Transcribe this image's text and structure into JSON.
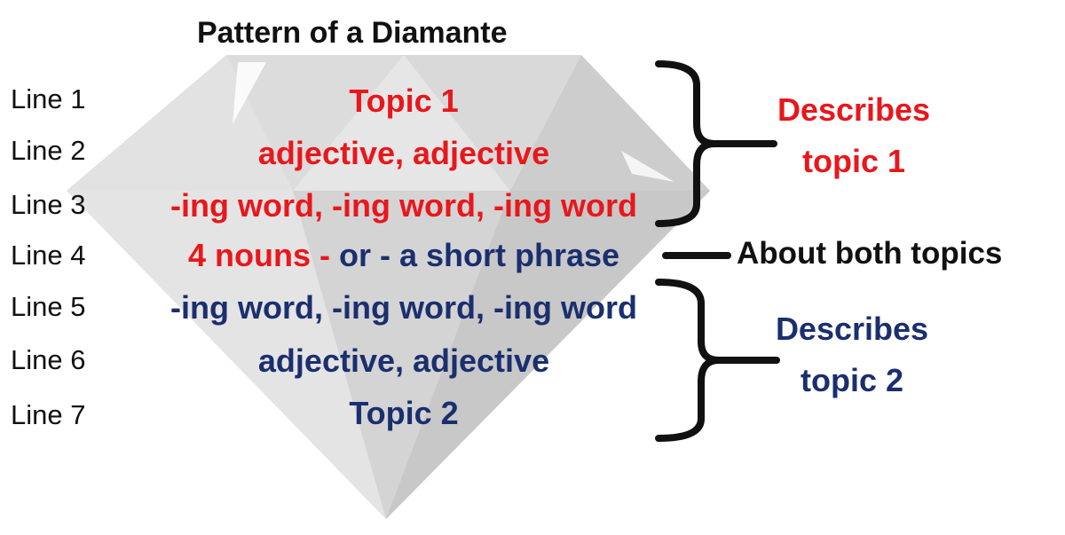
{
  "title": "Pattern of a Diamante",
  "line_labels": [
    "Line 1",
    "Line 2",
    "Line 3",
    "Line 4",
    "Line 5",
    "Line 6",
    "Line 7"
  ],
  "lines": {
    "l1": "Topic 1",
    "l2": "adjective, adjective",
    "l3": "-ing word, -ing word, -ing word",
    "l4_a": "4 nouns - ",
    "l4_b": "or - a short phrase",
    "l5": "-ing word, -ing word, -ing word",
    "l6": "adjective, adjective",
    "l7": "Topic 2"
  },
  "annotations": {
    "top_line1": "Describes",
    "top_line2": "topic 1",
    "middle": "About both topics",
    "bottom_line1": "Describes",
    "bottom_line2": "topic 2"
  },
  "colors": {
    "topic1": "#e8171c",
    "topic2": "#1b2f6e",
    "bracket": "#111111",
    "diamond": "#d9d9d9"
  }
}
